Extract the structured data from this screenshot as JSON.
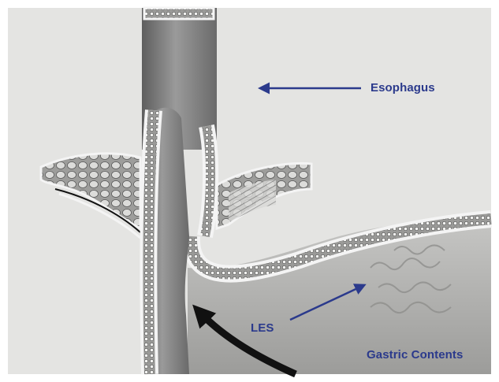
{
  "labels": {
    "esophagus": "Esophagus",
    "les": "LES",
    "gastric_contents": "Gastric Contents"
  },
  "colors": {
    "label_text": "#2b3a8c",
    "pointer_arrow": "#2b3a8c",
    "reflux_arrow": "#111111",
    "background_panel": "#e4e4e2",
    "wall_outline": "#f4f4f4",
    "lumen_fill": "#8a8a8a",
    "stomach_fill": "#b4b4b2",
    "muscle_fill": "#cfcfcd"
  },
  "icons": {
    "reflux_arrow": "curved-upward-arrow",
    "pointer": "straight-arrow"
  }
}
